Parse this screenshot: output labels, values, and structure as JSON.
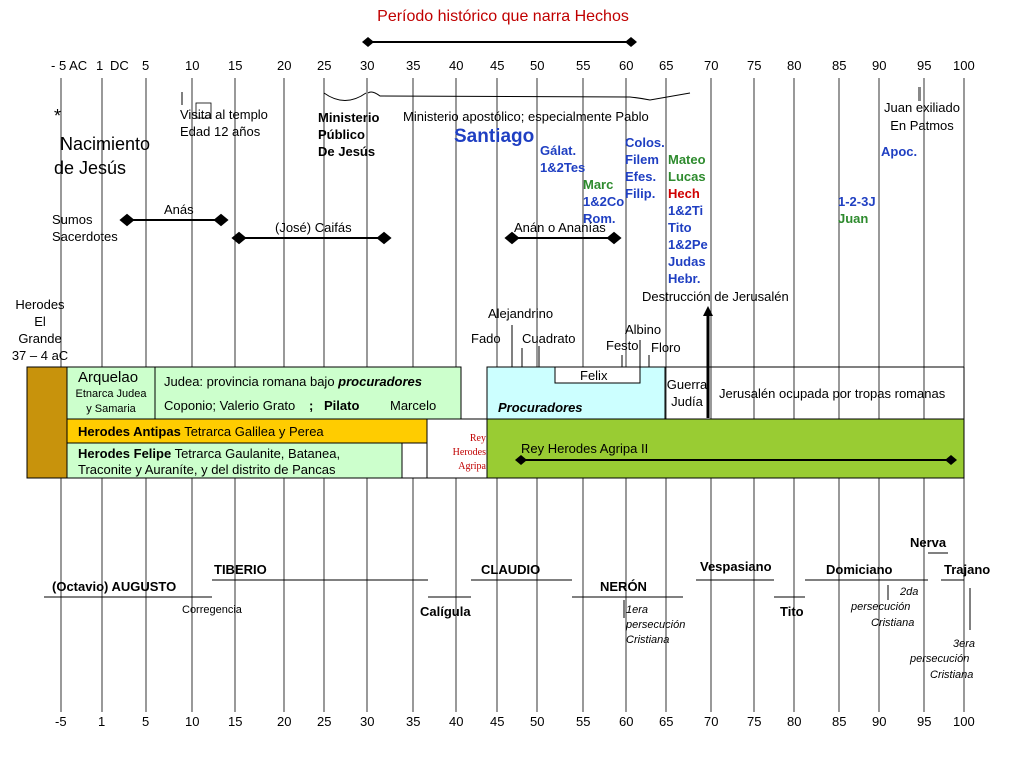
{
  "title": "Período histórico que narra Hechos",
  "top_axis": [
    "- 5 AC",
    "1",
    "DC",
    "5",
    "10",
    "15",
    "20",
    "25",
    "30",
    "35",
    "40",
    "45",
    "50",
    "55",
    "60",
    "65",
    "70",
    "75",
    "80",
    "85",
    "90",
    "95",
    "100"
  ],
  "bottom_axis": [
    "-5",
    "1",
    "5",
    "10",
    "15",
    "20",
    "25",
    "30",
    "35",
    "40",
    "45",
    "50",
    "55",
    "60",
    "65",
    "70",
    "75",
    "80",
    "85",
    "90",
    "95",
    "100"
  ],
  "events": {
    "star": "*",
    "birth_line1": "Nacimiento",
    "birth_line2": "de Jesús",
    "temple_line1": "Visita al templo",
    "temple_line2": "Edad 12 años",
    "ministry_line1": "Ministerio",
    "ministry_line2": "Público",
    "ministry_line3": "De Jesús",
    "apostolic": "Ministerio apostólico; especialmente Pablo",
    "santiago": "Santiago",
    "exile_line1": "Juan exiliado",
    "exile_line2": "En Patmos",
    "destruction": "Destrucción de Jerusalén"
  },
  "books": {
    "galat": "Gálat.",
    "tes": "1&2Tes",
    "marc": "Marc",
    "co": "1&2Co",
    "rom": "Rom.",
    "colos": "Colos.",
    "filem": "Filem",
    "efes": "Efes.",
    "filip": "Filip.",
    "mateo": "Mateo",
    "lucas": "Lucas",
    "hech": "Hech",
    "ti": "1&2Ti",
    "tito": "Tito",
    "pe": "1&2Pe",
    "judas": "Judas",
    "hebr": "Hebr.",
    "apoc": "Apoc.",
    "juan_letters": "1-2-3J",
    "juan": "Juan"
  },
  "priests": {
    "label_line1": "Sumos",
    "label_line2": "Sacerdotes",
    "anas": "Anás",
    "caifas": "(José) Caifás",
    "ananias": "Anán o Ananías"
  },
  "rulers": {
    "herodes_line1": "Herodes",
    "herodes_line2": "El",
    "herodes_line3": "Grande",
    "herodes_line4": "37 – 4 aC",
    "alejandrino": "Alejandrino",
    "fado": "Fado",
    "cuadrato": "Cuadrato",
    "albino": "Albino",
    "festo": "Festo",
    "floro": "Floro",
    "felix": "Felix",
    "arquelao": "Arquelao",
    "arquelao_sub1": "Etnarca Judea",
    "arquelao_sub2": "y Samaria",
    "judea_prov": "Judea: provincia romana bajo ",
    "procuradores_ital": "procuradores",
    "coponio": "Coponio; Valerio Grato",
    "semicolon": ";",
    "pilato": "Pilato",
    "marcelo": "Marcelo",
    "procuradores": "Procuradores",
    "guerra_line1": "Guerra",
    "guerra_line2": "Judía",
    "jerusalen_ocupada": "Jerusalén ocupada por tropas romanas",
    "antipas_bold": "Herodes Antipas",
    "antipas_rest": " Tetrarca Galilea y Perea",
    "felipe_bold": "Herodes Felipe",
    "felipe_rest1": " Tetrarca Gaulanite, Batanea,",
    "felipe_rest2": "Traconite y Auraníte, y del distrito de Pancas",
    "rey_line1": "Rey",
    "rey_line2": "Herodes",
    "rey_line3": "Agripa",
    "agripa2": "Rey Herodes Agripa II"
  },
  "emperors": {
    "augusto": "(Octavio) AUGUSTO",
    "tiberio": "TIBERIO",
    "corregencia": "Corregencia",
    "caligula": "Calígula",
    "claudio": "CLAUDIO",
    "neron": "NERÓN",
    "persec1_line1": "1era",
    "persec1_line2": "persecución",
    "persec1_line3": "Cristiana",
    "vespasiano": "Vespasiano",
    "tito": "Tito",
    "domiciano": "Domiciano",
    "persec2_line1": "2da",
    "persec2_line2": "persecución",
    "persec2_line3": "Cristiana",
    "nerva": "Nerva",
    "trajano": "Trajano",
    "persec3_line1": "3era",
    "persec3_line2": "persecución",
    "persec3_line3": "Cristiana"
  },
  "colors": {
    "herodes_block": "#c8930c",
    "light_green": "#ccffcc",
    "light_cyan": "#ccffff",
    "yellow": "#ffcc00",
    "olive_green": "#99cc33",
    "blue_text": "#1f3fc2",
    "green_text": "#2e8b2e",
    "red_text": "#d00000"
  }
}
